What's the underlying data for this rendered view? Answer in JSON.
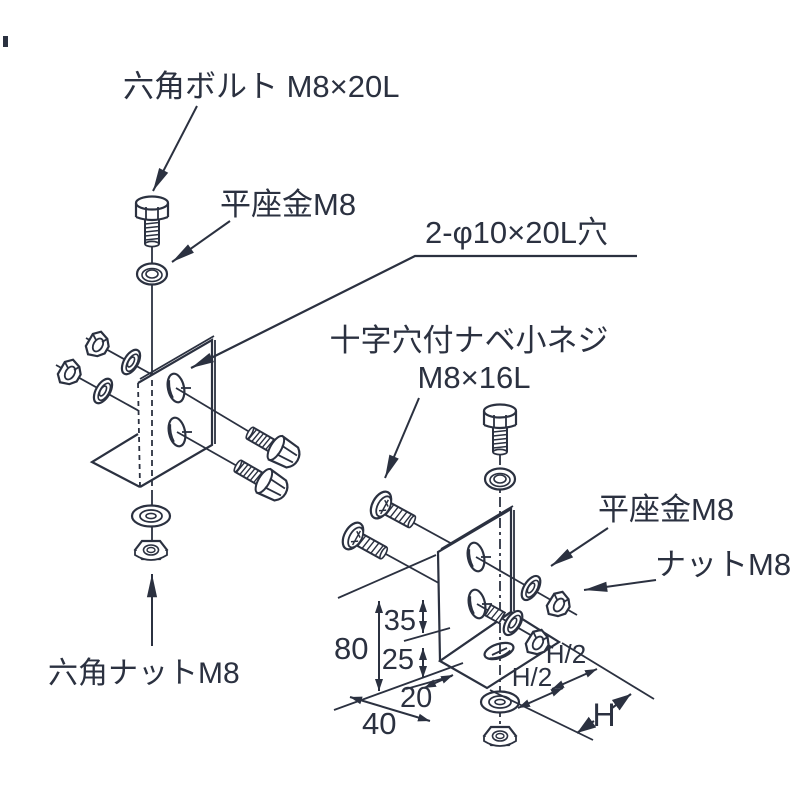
{
  "drawing": {
    "line_color": "#2b3140",
    "bg_color": "#ffffff",
    "labels": {
      "hex_bolt": "六角ボルト M8×20L",
      "flat_washer_left": "平座金M8",
      "slot_holes": "2-φ10×20L穴",
      "pan_screw_line1": "十字穴付ナベ小ネジ",
      "pan_screw_line2": "M8×16L",
      "flat_washer_right": "平座金M8",
      "nut_right": "ナットM8",
      "hex_nut_bottom": "六角ナットM8"
    },
    "dimensions": {
      "total_height": "80",
      "top_to_hole": "35",
      "hole_pitch": "25",
      "base_offset": "20",
      "base_width": "40",
      "half_span_upper": "H/2",
      "half_span_lower": "H/2",
      "span": "H"
    }
  }
}
